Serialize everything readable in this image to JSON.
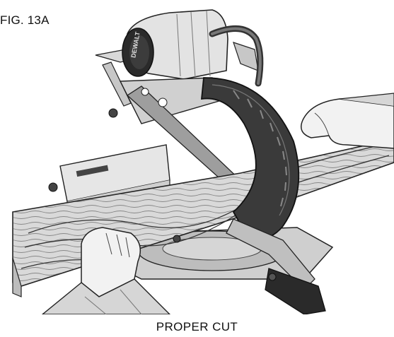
{
  "figure": {
    "label": "FIG. 13A",
    "caption": "PROPER CUT"
  },
  "illustration": {
    "subject": "miter saw",
    "brand_text": "DEWALT",
    "colors": {
      "line": "#222222",
      "light_gray": "#e6e6e6",
      "mid_gray": "#bdbdbd",
      "dark_gray": "#555555",
      "black": "#1c1c1c",
      "wood": "#d9d9d9",
      "sleeve": "#d6d6d6",
      "skin": "#f2f2f2"
    }
  }
}
